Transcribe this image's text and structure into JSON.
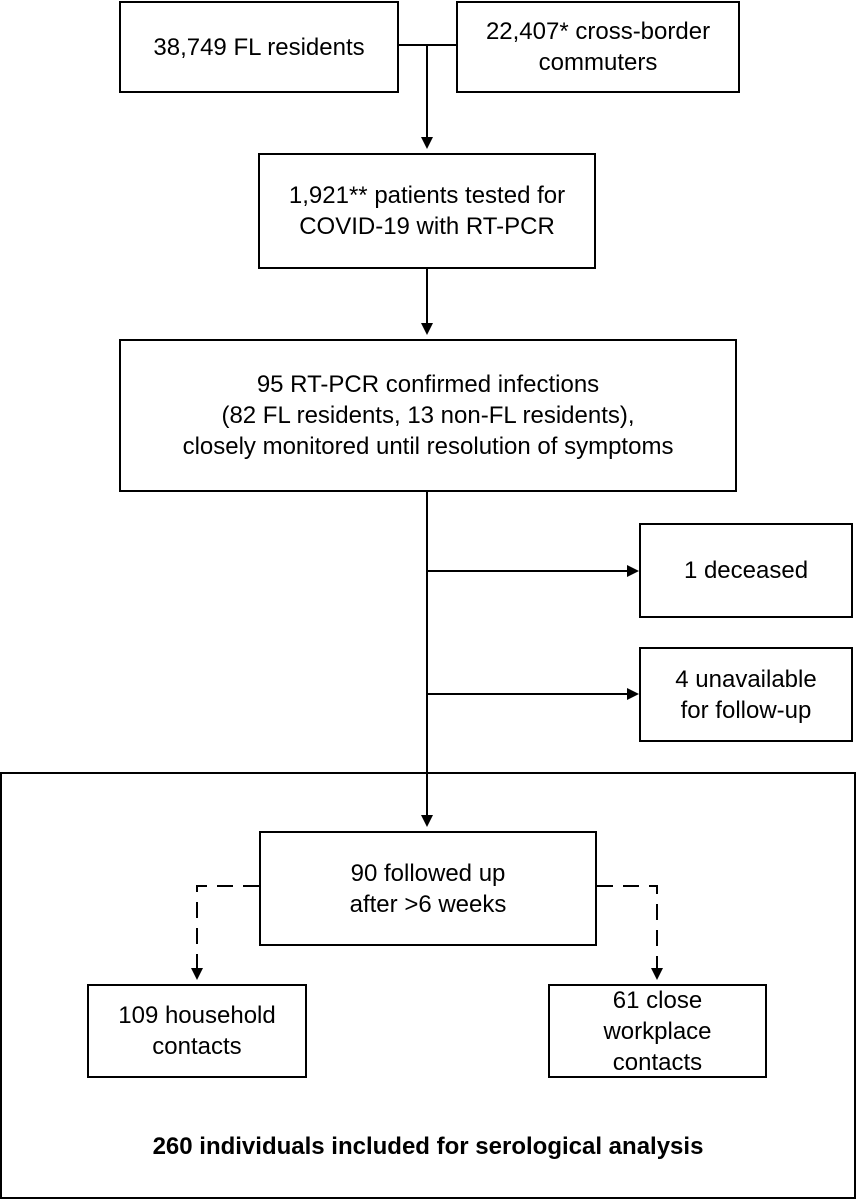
{
  "nodes": {
    "fl_residents": {
      "lines": [
        "38,749 FL residents"
      ]
    },
    "commuters": {
      "lines": [
        "22,407* cross-border",
        "commuters"
      ]
    },
    "tested": {
      "lines": [
        "1,921** patients tested for",
        "COVID-19 with RT-PCR"
      ]
    },
    "confirmed": {
      "lines": [
        "95 RT-PCR confirmed infections",
        "(82 FL residents, 13 non-FL residents),",
        "closely monitored until resolution of symptoms"
      ]
    },
    "deceased": {
      "lines": [
        "1 deceased"
      ]
    },
    "unavailable": {
      "lines": [
        "4 unavailable",
        "for follow-up"
      ]
    },
    "followed_up": {
      "lines": [
        "90 followed up",
        "after >6 weeks"
      ]
    },
    "household": {
      "lines": [
        "109 household",
        "contacts"
      ]
    },
    "workplace": {
      "lines": [
        "61 close",
        "workplace",
        "contacts"
      ]
    }
  },
  "footer": "260 individuals included for serological analysis",
  "colors": {
    "stroke": "#000000",
    "background": "#ffffff"
  }
}
